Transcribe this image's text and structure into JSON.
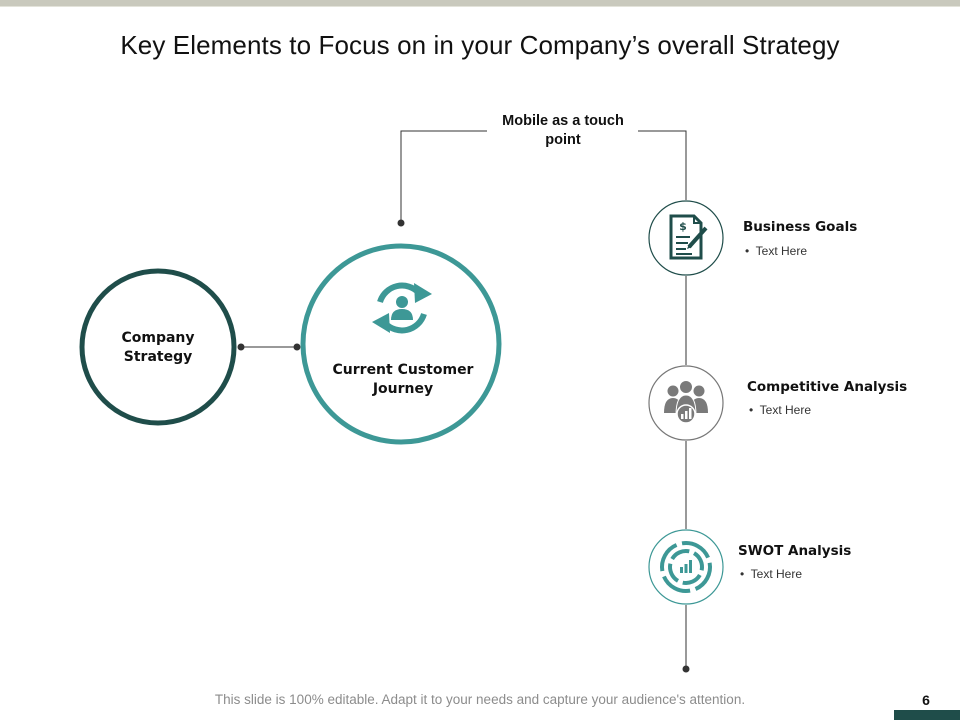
{
  "slide": {
    "title": "Key Elements to Focus on in your Company’s overall Strategy",
    "footer": "This slide is 100% editable. Adapt it to your needs and capture your audience's attention.",
    "page_number": "6"
  },
  "colors": {
    "dark_teal": "#1f4d4a",
    "teal": "#3d9896",
    "line": "#333333"
  },
  "nodes": {
    "company_strategy": "Company Strategy",
    "customer_journey": "Current Customer Journey",
    "touch_point": "Mobile as a touch point"
  },
  "items": [
    {
      "title": "Business Goals",
      "bullet": "Text Here",
      "icon": "document-dollar-icon"
    },
    {
      "title": "Competitive Analysis",
      "bullet": "Text Here",
      "icon": "team-chart-icon"
    },
    {
      "title": "SWOT Analysis",
      "bullet": "Text Here",
      "icon": "target-chart-icon"
    }
  ]
}
